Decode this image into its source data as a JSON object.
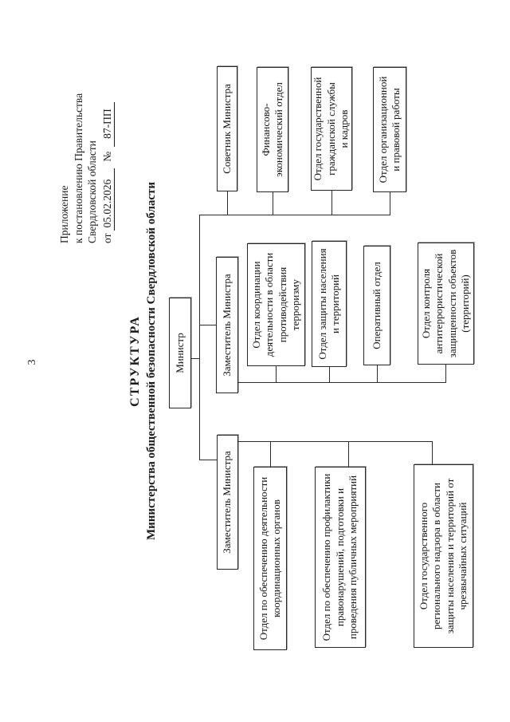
{
  "page": {
    "number": "3",
    "appendix": {
      "line1": "Приложение",
      "line2": "к постановлению Правительства",
      "line3": "Свердловской области",
      "from_label": "от",
      "date": "05.02.2026",
      "number_label": "№",
      "doc_number": "87-ПП"
    },
    "title": "СТРУКТУРА",
    "subtitle": "Министерства общественной безопасности Свердловской области"
  },
  "org": {
    "minister": "Министр",
    "advisor": "Советник Министра",
    "deputy_minister_1": "Заместитель Министра",
    "deputy_minister_2": "Заместитель Министра",
    "finance_dept": "Финансово-\nэкономический отдел",
    "civil_service_dept": "Отдел государственной\nгражданской службы\nи кадров",
    "org_legal_dept": "Отдел организационной\nи правовой работы",
    "coord_terror_dept": "Отдел координации\nдеятельности в области\nпротиводействия\nтерроризму",
    "protection_dept": "Отдел защиты населения\nи территорий",
    "operative_dept": "Оперативный отдел",
    "antiterror_control_dept": "Отдел контроля\nантитеррористической\nзащищенности объектов\n(территорий)",
    "coord_bodies_dept": "Отдел по обеспечению деятельности\nкоординационных органов",
    "prevention_dept": "Отдел по обеспечению профилактики\nправонарушений, подготовки и\nпроведения публичных мероприятий",
    "regional_supervision_dept": "Отдел государственного\nрегионального надзора в области\nзащиты населения и территорий от\nчрезвычайных ситуаций"
  }
}
